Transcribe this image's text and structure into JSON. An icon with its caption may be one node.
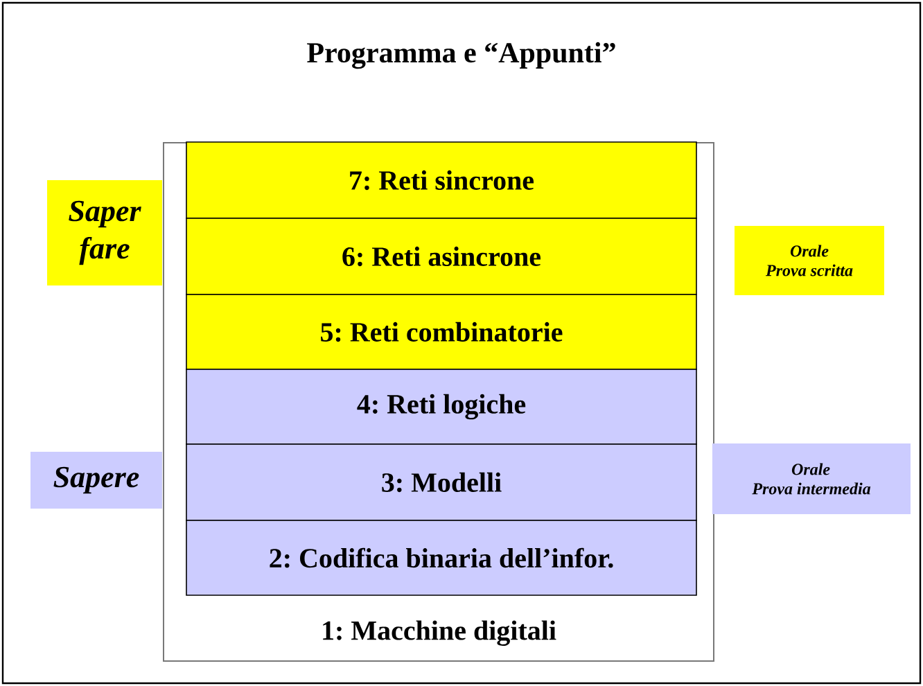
{
  "diagram": {
    "title": "Programma e “Appunti”",
    "nodes": [
      {
        "text": [
          "1: Macchine digitali"
        ]
      },
      {
        "text": [
          "7: Reti sincrone"
        ],
        "in": 0
      },
      {
        "text": [
          "6: Reti asincrone"
        ],
        "in": 0
      },
      {
        "text": [
          "5: Reti combinatorie"
        ],
        "in": 0
      },
      {
        "text": [
          "4: Reti logiche"
        ],
        "in": 0
      },
      {
        "text": [
          "3: Modelli"
        ],
        "in": 0
      },
      {
        "text": [
          "2: Codifica binaria dell’infor."
        ],
        "in": 0
      },
      {
        "text": [
          "Saper fare"
        ]
      },
      {
        "text": [
          "Orale Prova scritta"
        ]
      },
      {
        "text": [
          "Sapere"
        ]
      },
      {
        "text": [
          "Orale Prova intermedia"
        ]
      }
    ]
  }
}
